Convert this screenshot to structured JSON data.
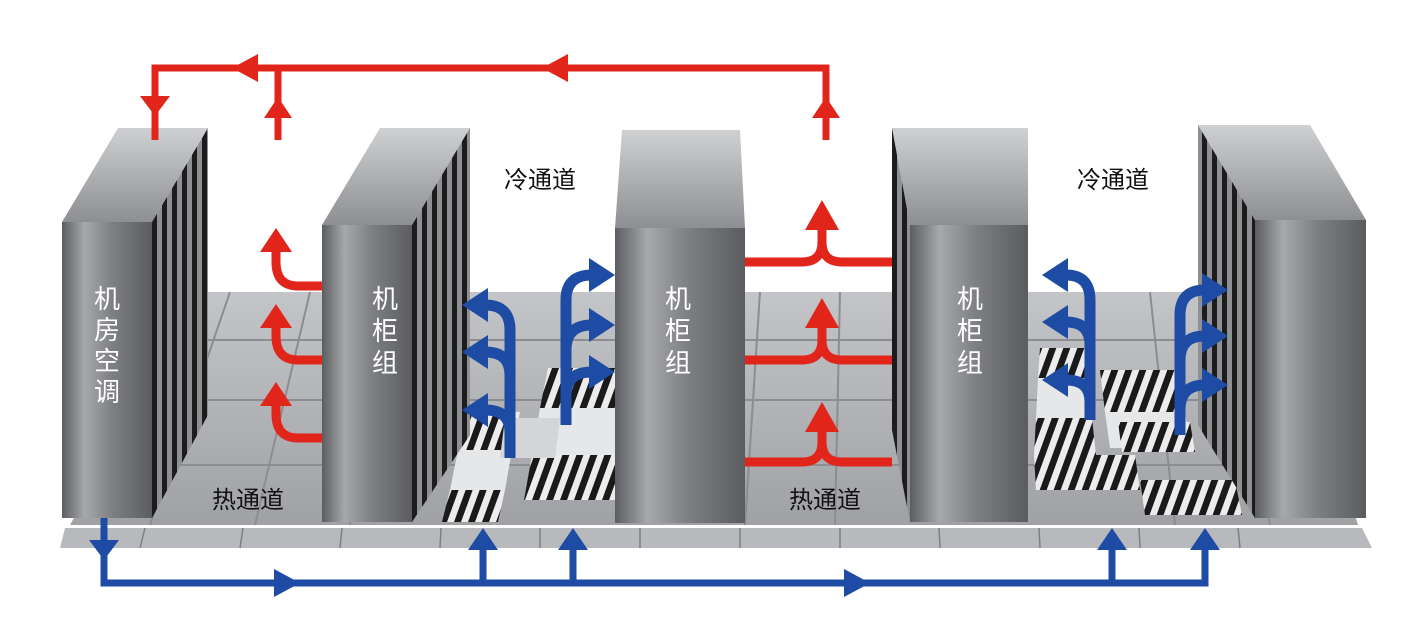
{
  "colors": {
    "hot": "#e1251b",
    "cold": "#1e4ba3"
  },
  "crac": {
    "label": "机房空调"
  },
  "racks": [
    {
      "label": "机柜组"
    },
    {
      "label": "机柜组"
    },
    {
      "label": "机柜组"
    }
  ],
  "aisles": {
    "cold_1": "冷通道",
    "cold_2": "冷通道",
    "hot_1": "热通道",
    "hot_2": "热通道"
  }
}
